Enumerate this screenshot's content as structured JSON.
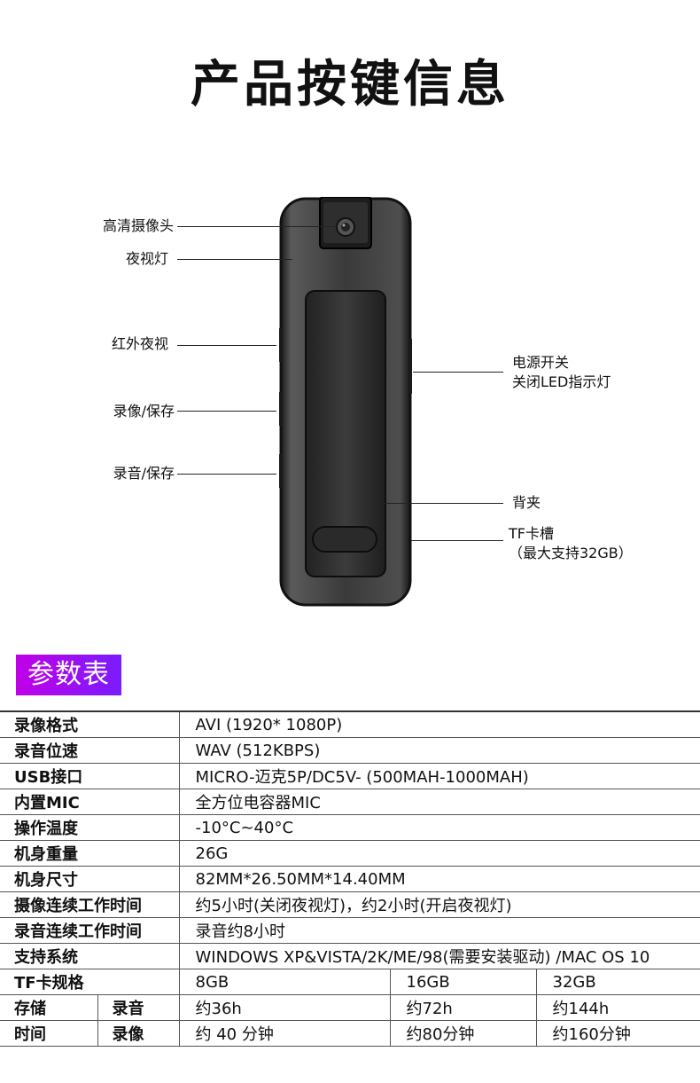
{
  "page": {
    "title": "产品按键信息"
  },
  "callouts": {
    "camera": "高清摄像头",
    "night_light": "夜视灯",
    "infrared": "红外夜视",
    "record_video": "录像/保存",
    "record_audio": "录音/保存",
    "power_line1": "电源开关",
    "power_line2": "关闭LED指示灯",
    "back_clip": "背夹",
    "tf_line1": "TF卡槽",
    "tf_line2": "（最大支持32GB）"
  },
  "section": {
    "label": "参数表"
  },
  "specs": [
    {
      "key": "录像格式",
      "value": "AVI (1920* 1080P)"
    },
    {
      "key": "录音位速",
      "value": "WAV (512KBPS)"
    },
    {
      "key": "USB接口",
      "value": "MICRO-迈克5P/DC5V- (500MAH-1000MAH)"
    },
    {
      "key": "内置MIC",
      "value": "全方位电容器MIC"
    },
    {
      "key": "操作温度",
      "value": "-10°C~40°C"
    },
    {
      "key": "机身重量",
      "value": "26G"
    },
    {
      "key": "机身尺寸",
      "value": "82MM*26.50MM*14.40MM"
    },
    {
      "key": "摄像连续工作时间",
      "value": "约5小时(关闭夜视灯)，约2小时(开启夜视灯)"
    },
    {
      "key": "录音连续工作时间",
      "value": "录音约8小时"
    },
    {
      "key": "支持系统",
      "value": "WINDOWS XP&VISTA/2K/ME/98(需要安装驱动) /MAC OS 10"
    }
  ],
  "tf_row": {
    "key": "TF卡规格",
    "capacities": [
      "8GB",
      "16GB",
      "32GB"
    ]
  },
  "storage": {
    "label_top": "存储",
    "label_bottom": "时间",
    "audio_label": "录音",
    "video_label": "录像",
    "audio_values": [
      "约36h",
      "约72h",
      "约144h"
    ],
    "video_values": [
      "约 40 分钟",
      "约80分钟",
      "约160分钟"
    ]
  }
}
